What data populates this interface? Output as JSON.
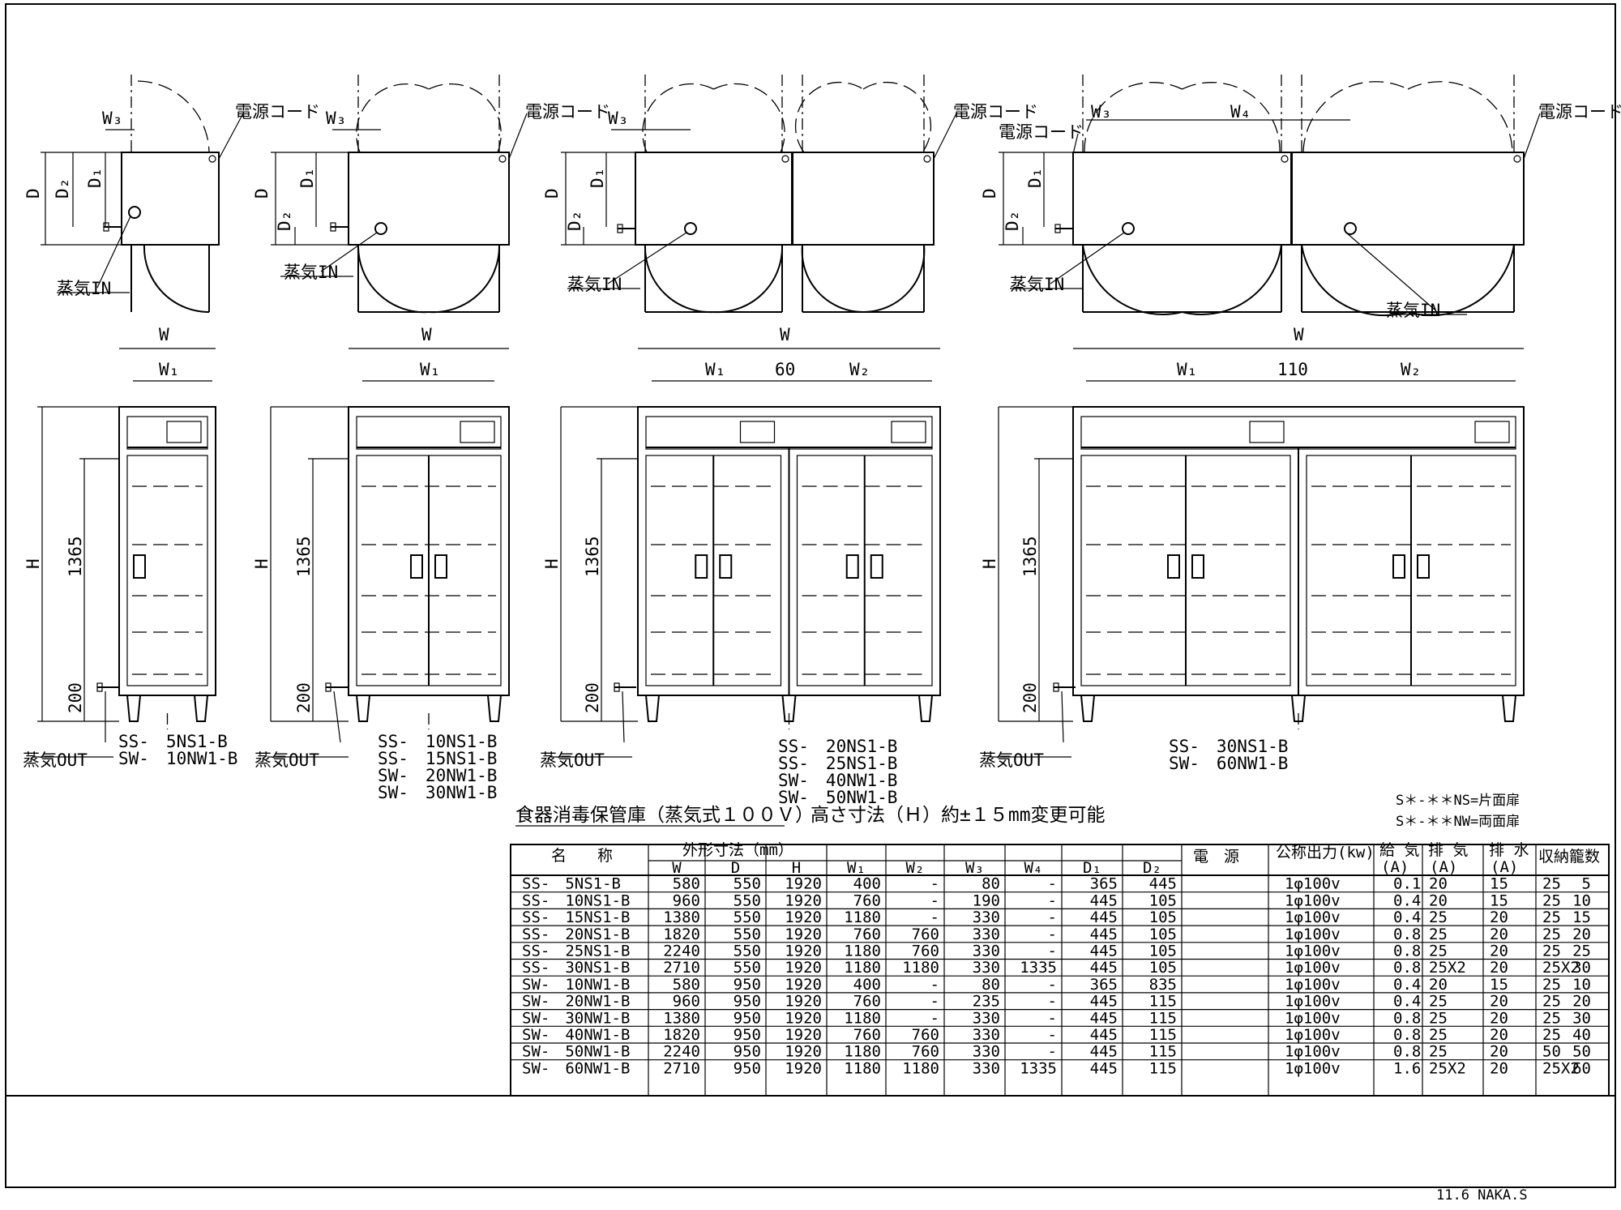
{
  "top_labels": {
    "power_cord": "電源コード",
    "steam_in": "蒸気IN",
    "steam_out": "蒸気OUT",
    "W3": "W₃",
    "W4": "W₄",
    "D": "D",
    "D1": "D₁",
    "D2": "D₂"
  },
  "front_labels": {
    "W": "W",
    "W1": "W₁",
    "W2": "W₂",
    "H": "H",
    "h1365": "1365",
    "h200": "200",
    "gap60": "60",
    "gap110": "110"
  },
  "model_groups": [
    [
      "SS-　5NS1-B",
      "SW-　10NW1-B"
    ],
    [
      "SS-　10NS1-B",
      "SS-　15NS1-B",
      "SW-　20NW1-B",
      "SW-　30NW1-B"
    ],
    [
      "SS-　20NS1-B",
      "SS-　25NS1-B",
      "SW-　40NW1-B",
      "SW-　50NW1-B"
    ],
    [
      "SS-　30NS1-B",
      "SW-　60NW1-B"
    ]
  ],
  "title": "食器消毒保管庫（蒸気式１００Ｖ）",
  "height_note": "高さ寸法（Ｈ）約±１５mm変更可能",
  "legend": [
    "S＊-＊＊NS=片面扉",
    "S＊-＊＊NW=両面扉"
  ],
  "table": {
    "header_name": "名　　称",
    "header_dims": "外形寸法（mm）",
    "header_power": "電　源",
    "header_output": "公称出力(kw)",
    "header_supply": "給 気",
    "header_exhaust": "排 気",
    "header_drain": "排 水",
    "header_capacity": "収納籠数",
    "unit_A": "(A)",
    "sub_cols": [
      "W",
      "D",
      "H",
      "W₁",
      "W₂",
      "W₃",
      "W₄",
      "D₁",
      "D₂"
    ],
    "rows": [
      [
        "SS-　5NS1-B",
        "580",
        "550",
        "1920",
        "400",
        "-",
        "80",
        "-",
        "365",
        "445",
        "1φ100v",
        "0.1",
        "20",
        "15",
        "25",
        "5"
      ],
      [
        "SS-　10NS1-B",
        "960",
        "550",
        "1920",
        "760",
        "-",
        "190",
        "-",
        "445",
        "105",
        "1φ100v",
        "0.4",
        "20",
        "15",
        "25",
        "10"
      ],
      [
        "SS-　15NS1-B",
        "1380",
        "550",
        "1920",
        "1180",
        "-",
        "330",
        "-",
        "445",
        "105",
        "1φ100v",
        "0.4",
        "25",
        "20",
        "25",
        "15"
      ],
      [
        "SS-　20NS1-B",
        "1820",
        "550",
        "1920",
        "760",
        "760",
        "330",
        "-",
        "445",
        "105",
        "1φ100v",
        "0.8",
        "25",
        "20",
        "25",
        "20"
      ],
      [
        "SS-　25NS1-B",
        "2240",
        "550",
        "1920",
        "1180",
        "760",
        "330",
        "-",
        "445",
        "105",
        "1φ100v",
        "0.8",
        "25",
        "20",
        "25",
        "25"
      ],
      [
        "SS-　30NS1-B",
        "2710",
        "550",
        "1920",
        "1180",
        "1180",
        "330",
        "1335",
        "445",
        "105",
        "1φ100v",
        "0.8",
        "25X2",
        "20",
        "25X2",
        "30"
      ],
      [
        "SW-　10NW1-B",
        "580",
        "950",
        "1920",
        "400",
        "-",
        "80",
        "-",
        "365",
        "835",
        "1φ100v",
        "0.4",
        "20",
        "15",
        "25",
        "10"
      ],
      [
        "SW-　20NW1-B",
        "960",
        "950",
        "1920",
        "760",
        "-",
        "235",
        "-",
        "445",
        "115",
        "1φ100v",
        "0.4",
        "25",
        "20",
        "25",
        "20"
      ],
      [
        "SW-　30NW1-B",
        "1380",
        "950",
        "1920",
        "1180",
        "-",
        "330",
        "-",
        "445",
        "115",
        "1φ100v",
        "0.8",
        "25",
        "20",
        "25",
        "30"
      ],
      [
        "SW-　40NW1-B",
        "1820",
        "950",
        "1920",
        "760",
        "760",
        "330",
        "-",
        "445",
        "115",
        "1φ100v",
        "0.8",
        "25",
        "20",
        "25",
        "40"
      ],
      [
        "SW-　50NW1-B",
        "2240",
        "950",
        "1920",
        "1180",
        "760",
        "330",
        "-",
        "445",
        "115",
        "1φ100v",
        "0.8",
        "25",
        "20",
        "50",
        "50"
      ],
      [
        "SW-　60NW1-B",
        "2710",
        "950",
        "1920",
        "1180",
        "1180",
        "330",
        "1335",
        "445",
        "115",
        "1φ100v",
        "1.6",
        "25X2",
        "20",
        "25X2",
        "60"
      ]
    ]
  },
  "signature": "11.6 NAKA.S"
}
